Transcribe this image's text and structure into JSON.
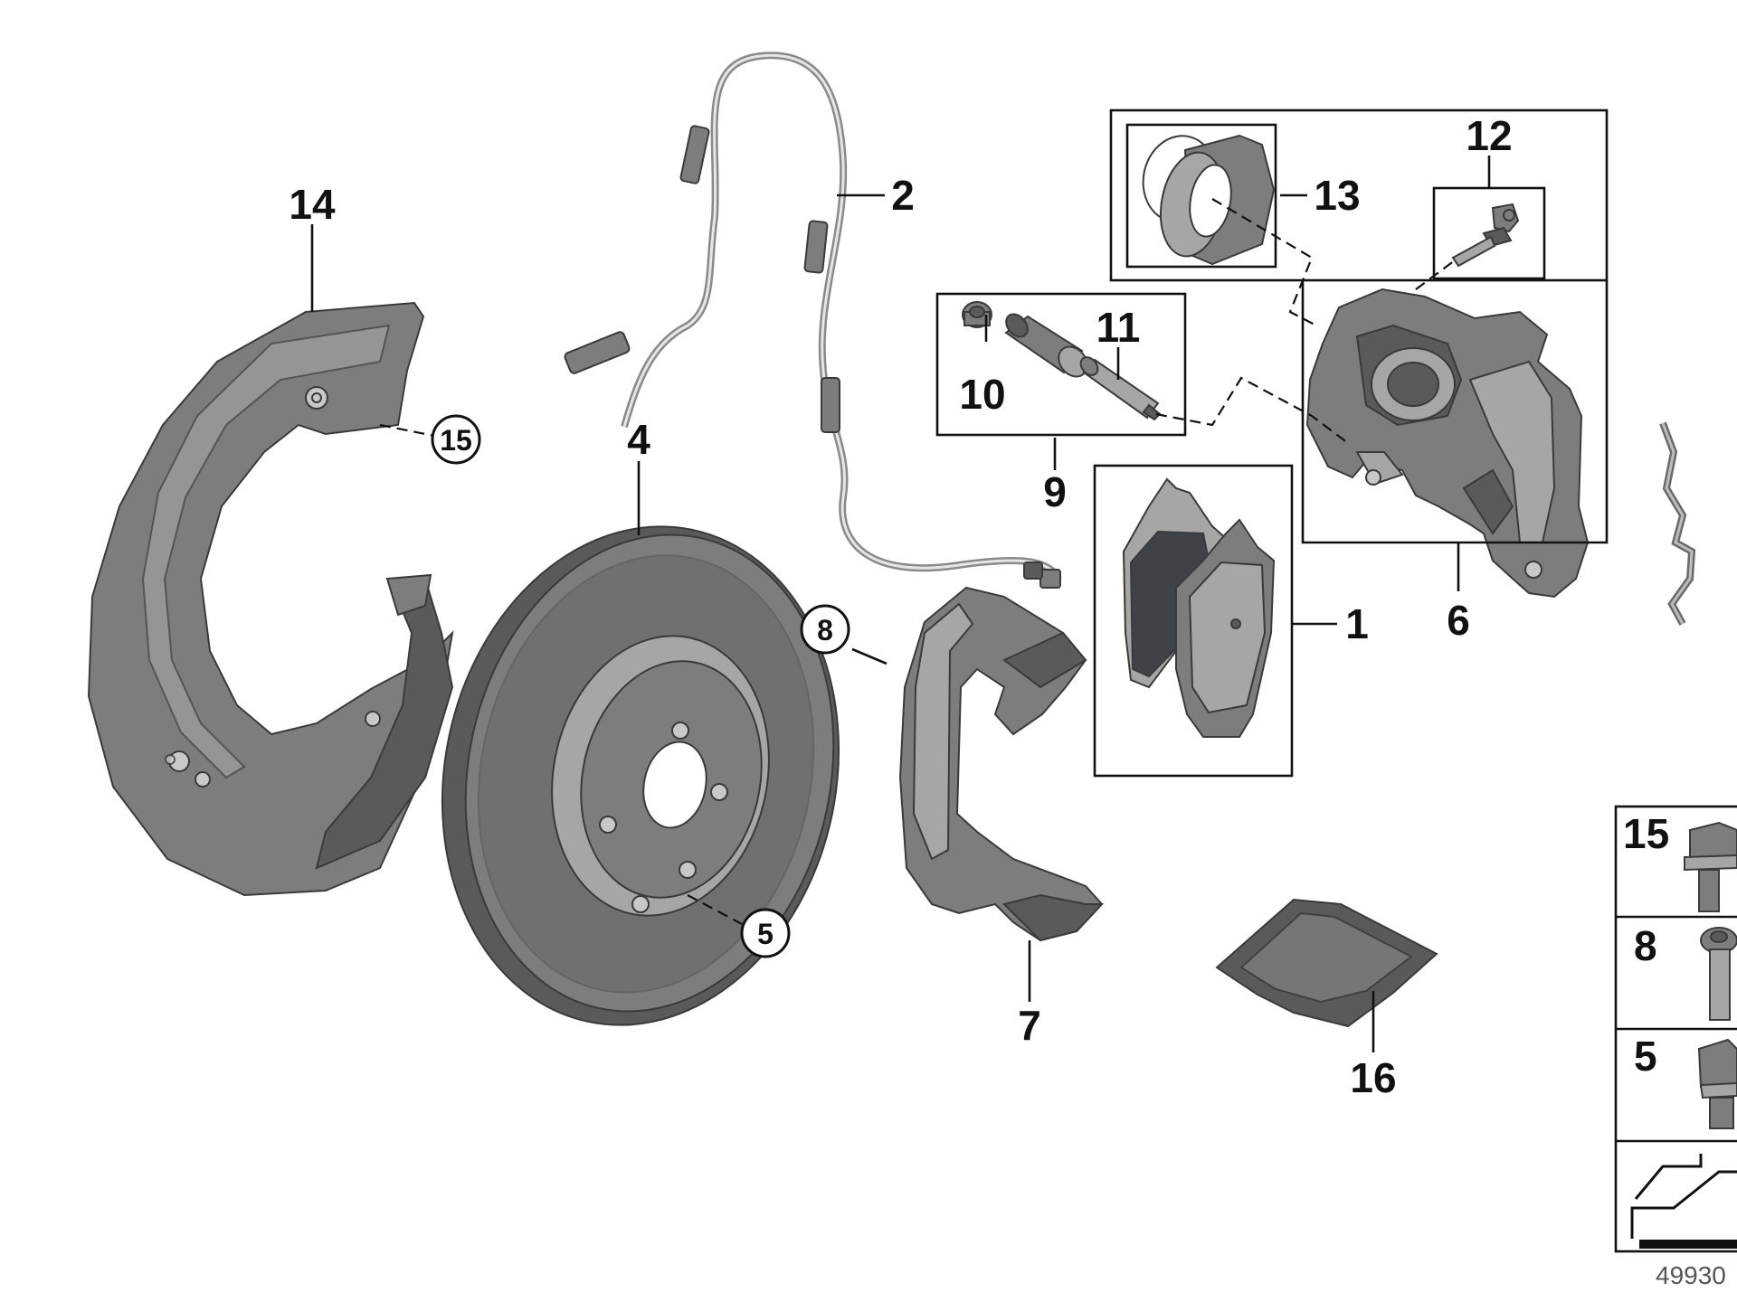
{
  "callouts": {
    "c1": "1",
    "c2": "2",
    "c4": "4",
    "c6": "6",
    "c7": "7",
    "c9": "9",
    "c10": "10",
    "c11": "11",
    "c12": "12",
    "c13": "13",
    "c14": "14",
    "c16": "16"
  },
  "circled": {
    "c5": "5",
    "c8": "8",
    "c15": "15"
  },
  "legend": {
    "rows": [
      {
        "label": "15"
      },
      {
        "label": "8"
      },
      {
        "label": "5"
      }
    ]
  },
  "diagram_ref": "49930",
  "colors": {
    "metal": "#7d7d7d",
    "metal_dark": "#5a5a5a",
    "metal_light": "#a6a6a6",
    "pad_lining": "#3f4246",
    "lines": "#111111"
  }
}
